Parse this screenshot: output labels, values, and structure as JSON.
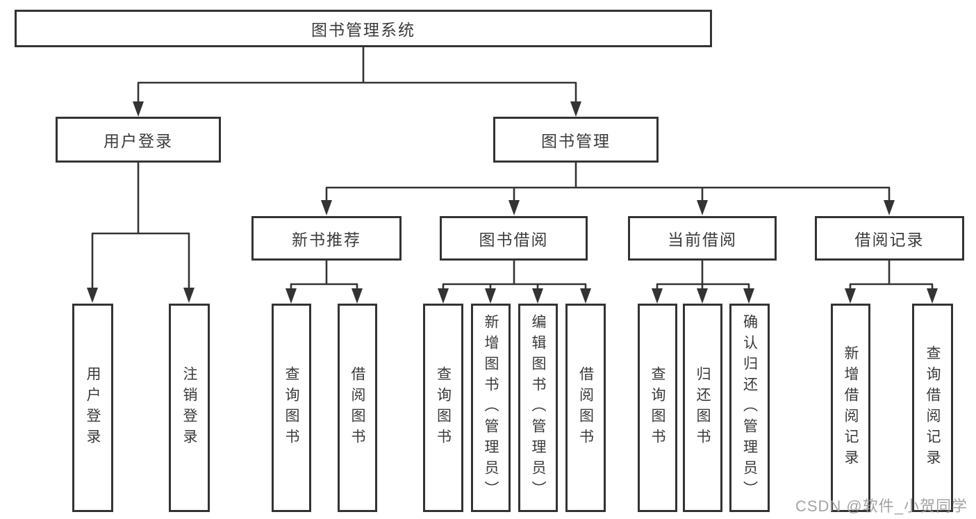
{
  "diagram": {
    "root": {
      "label": "图书管理系统"
    },
    "branches": [
      {
        "label": "用户登录",
        "children": [
          "用户登录",
          "注销登录"
        ]
      },
      {
        "label": "图书管理",
        "sections": [
          {
            "label": "新书推荐",
            "children": [
              "查询图书",
              "借阅图书"
            ]
          },
          {
            "label": "图书借阅",
            "children": [
              "查询图书",
              "新增图书（管理员）",
              "编辑图书（管理员）",
              "借阅图书"
            ]
          },
          {
            "label": "当前借阅",
            "children": [
              "查询图书",
              "归还图书",
              "确认归还（管理员）"
            ]
          },
          {
            "label": "借阅记录",
            "children": [
              "新增借阅记录",
              "查询借阅记录"
            ]
          }
        ]
      }
    ]
  },
  "watermark": {
    "text": "CSDN @软件_小贺同学"
  },
  "colors": {
    "line": "#333333",
    "text": "#3a3a3a",
    "background": "#ffffff",
    "watermark": "#9a9a9a"
  }
}
